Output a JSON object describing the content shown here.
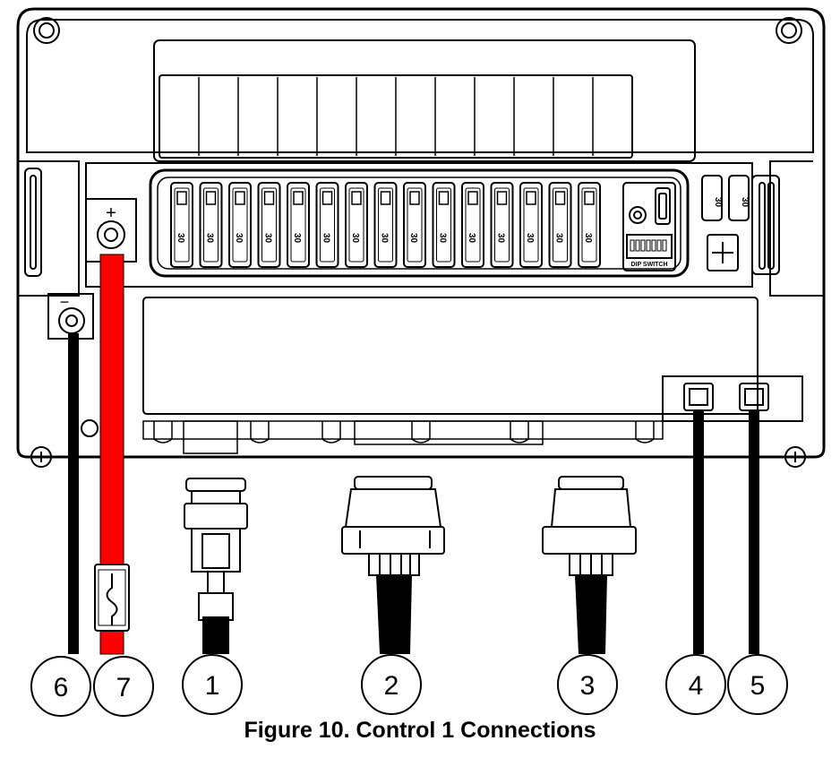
{
  "figure": {
    "caption": "Figure 10. Control 1 Connections"
  },
  "terminals": {
    "positive_symbol": "+",
    "negative_symbol": "−"
  },
  "fuse_panel": {
    "fuse_rating_label": "30",
    "fuse_count": 15,
    "dip_switch_label": "DIP SWITCH",
    "side_fuse_label": "30"
  },
  "callouts": [
    "6",
    "7",
    "1",
    "2",
    "3",
    "4",
    "5"
  ],
  "colors": {
    "line": "#000000",
    "power_cable": "#ff0000",
    "ground_cable": "#000000",
    "background": "#ffffff"
  }
}
